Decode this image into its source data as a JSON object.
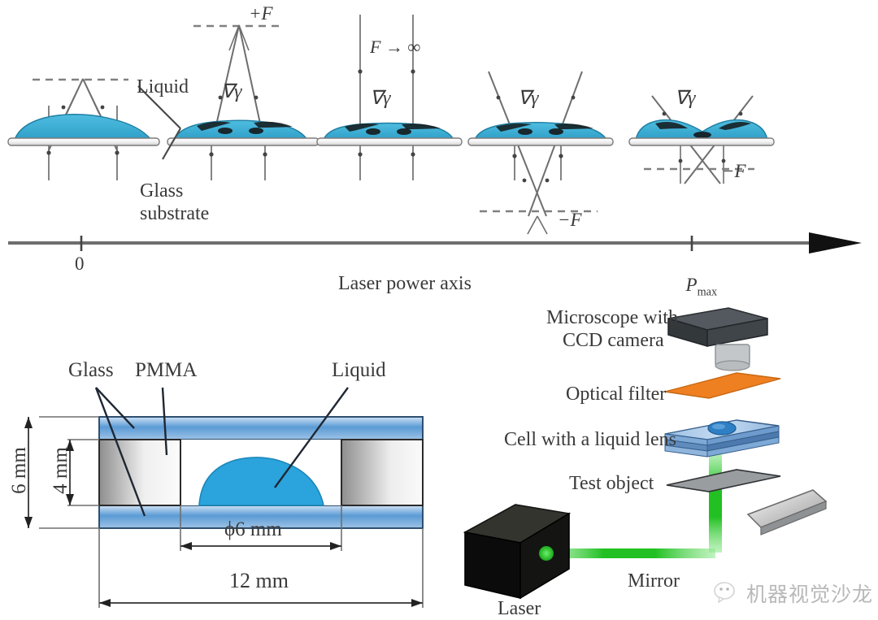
{
  "figure": {
    "title": "Laser-induced liquid lens: droplet deformation stages and experimental setup",
    "colors": {
      "liquid_blue": "#3aafd6",
      "liquid_blue_dark": "#2a93bb",
      "glass_blue": "#5b9bd5",
      "glass_blue_light": "#bdd7ee",
      "filter_orange": "#ef8022",
      "laser_green": "#22c022",
      "camera_dark": "#3a3f42",
      "line_gray": "#595959",
      "substrate_gray": "#8a8a8a",
      "pmma_gray": "#d7d7d7",
      "watermark_gray": "#8d8d8d"
    }
  },
  "top_row": {
    "panels": [
      {
        "id": "panel-1",
        "focus_label": "",
        "gradient_label": "",
        "dashed_line": "above",
        "droplet_shape": "convex",
        "rays": "converging-above"
      },
      {
        "id": "panel-2",
        "focus_label": "+F",
        "gradient_label": "∇γ",
        "dashed_line": "above",
        "droplet_shape": "flattened-convex",
        "rays": "converging-above-high"
      },
      {
        "id": "panel-3",
        "focus_label": "F → ∞",
        "gradient_label": "∇γ",
        "dashed_line": "none",
        "droplet_shape": "flat",
        "rays": "parallel"
      },
      {
        "id": "panel-4",
        "focus_label": "−F",
        "gradient_label": "∇γ",
        "dashed_line": "below",
        "droplet_shape": "flat-diverging",
        "rays": "crossing-below"
      },
      {
        "id": "panel-5",
        "focus_label": "−F",
        "gradient_label": "∇γ",
        "dashed_line": "below-near",
        "droplet_shape": "concave",
        "rays": "crossing-just-below"
      }
    ],
    "annotations": {
      "liquid": "Liquid",
      "glass_substrate_line1": "Glass",
      "glass_substrate_line2": "substrate"
    }
  },
  "axis": {
    "label": "Laser power axis",
    "tick_zero": "0",
    "tick_max_symbol": "P",
    "tick_max_sub": "max",
    "arrow": "right"
  },
  "cell_section": {
    "labels": {
      "glass": "Glass",
      "pmma": "PMMA",
      "liquid": "Liquid"
    },
    "dimensions": {
      "outer_height": "6 mm",
      "inner_height": "4 mm",
      "aperture": "ϕ6 mm",
      "total_width": "12 mm"
    }
  },
  "setup": {
    "items": [
      {
        "id": "microscope",
        "label_line1": "Microscope with",
        "label_line2": "CCD camera"
      },
      {
        "id": "optical-filter",
        "label_line1": "Optical filter",
        "label_line2": ""
      },
      {
        "id": "liquid-cell",
        "label_line1": "Cell with a liquid lens",
        "label_line2": ""
      },
      {
        "id": "test-object",
        "label_line1": "Test object",
        "label_line2": ""
      },
      {
        "id": "mirror",
        "label_line1": "Mirror",
        "label_line2": ""
      },
      {
        "id": "laser",
        "label_line1": "Laser",
        "label_line2": ""
      }
    ]
  },
  "watermark": {
    "text": "机器视觉沙龙",
    "icon": "wechat-icon"
  }
}
